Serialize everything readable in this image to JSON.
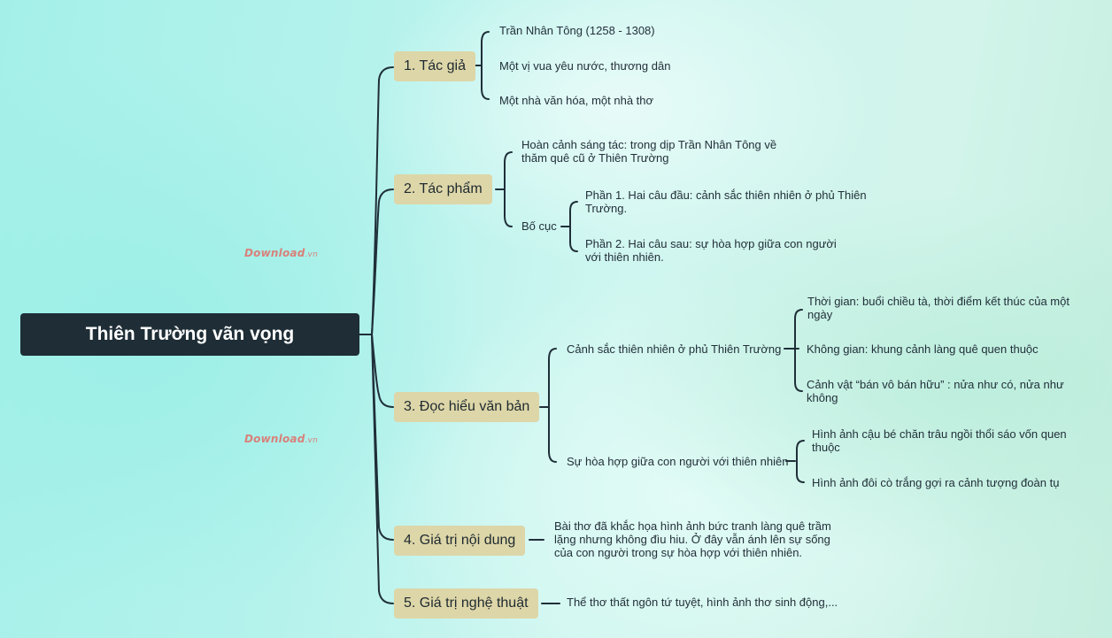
{
  "root": {
    "title": "Thiên Trường vãn vọng"
  },
  "watermarks": [
    {
      "brand": "Download",
      "tld": ".vn"
    },
    {
      "brand": "Download",
      "tld": ".vn"
    }
  ],
  "branches": [
    {
      "label": "1. Tác giả",
      "children": [
        "Trần Nhân Tông (1258 - 1308)",
        "Một vị vua yêu nước, thương dân",
        "Một nhà văn hóa, một nhà thơ"
      ]
    },
    {
      "label": "2. Tác phẩm",
      "children": [
        {
          "text": "Hoàn cảnh sáng tác: trong dịp Trần Nhân Tông về thăm quê cũ ở Thiên Trường"
        },
        {
          "text": "Bố cục",
          "children": [
            "Phần 1. Hai câu đầu: cảnh sắc thiên nhiên ở phủ Thiên Trường.",
            "Phần 2. Hai câu sau: sự hòa hợp giữa con người với thiên nhiên."
          ]
        }
      ]
    },
    {
      "label": "3. Đọc hiểu văn bản",
      "children": [
        {
          "text": "Cảnh sắc thiên nhiên ở phủ Thiên Trường",
          "children": [
            "Thời gian: buổi chiều tà, thời điểm kết thúc của một ngày",
            "Không gian: khung cảnh làng quê quen thuộc",
            "Cảnh vật  “bán vô bán hữu” : nửa như có, nửa như không"
          ]
        },
        {
          "text": "Sự hòa hợp giữa con người với thiên nhiên",
          "children": [
            "Hình ảnh cậu bé chăn trâu ngồi thổi sáo vốn quen thuộc",
            "Hình ảnh đôi cò trắng gợi ra cảnh tượng đoàn tụ"
          ]
        }
      ]
    },
    {
      "label": "4. Giá trị nội dung",
      "children": [
        "Bài thơ đã khắc họa hình ảnh bức tranh làng quê trầm lặng nhưng không đìu hiu. Ở đây vẫn ánh lên sự sống của con người trong sự hòa hợp với thiên nhiên."
      ]
    },
    {
      "label": "5. Giá trị nghệ thuật",
      "children": [
        "Thể thơ thất ngôn tứ tuyệt, hình ảnh thơ sinh động,..."
      ]
    }
  ],
  "colors": {
    "root_bg": "#1e2d36",
    "root_text": "#ffffff",
    "branch_bg": "#ddd6a8",
    "connector": "#1f2f38",
    "text": "#22303a",
    "watermark": "#d9807a"
  }
}
